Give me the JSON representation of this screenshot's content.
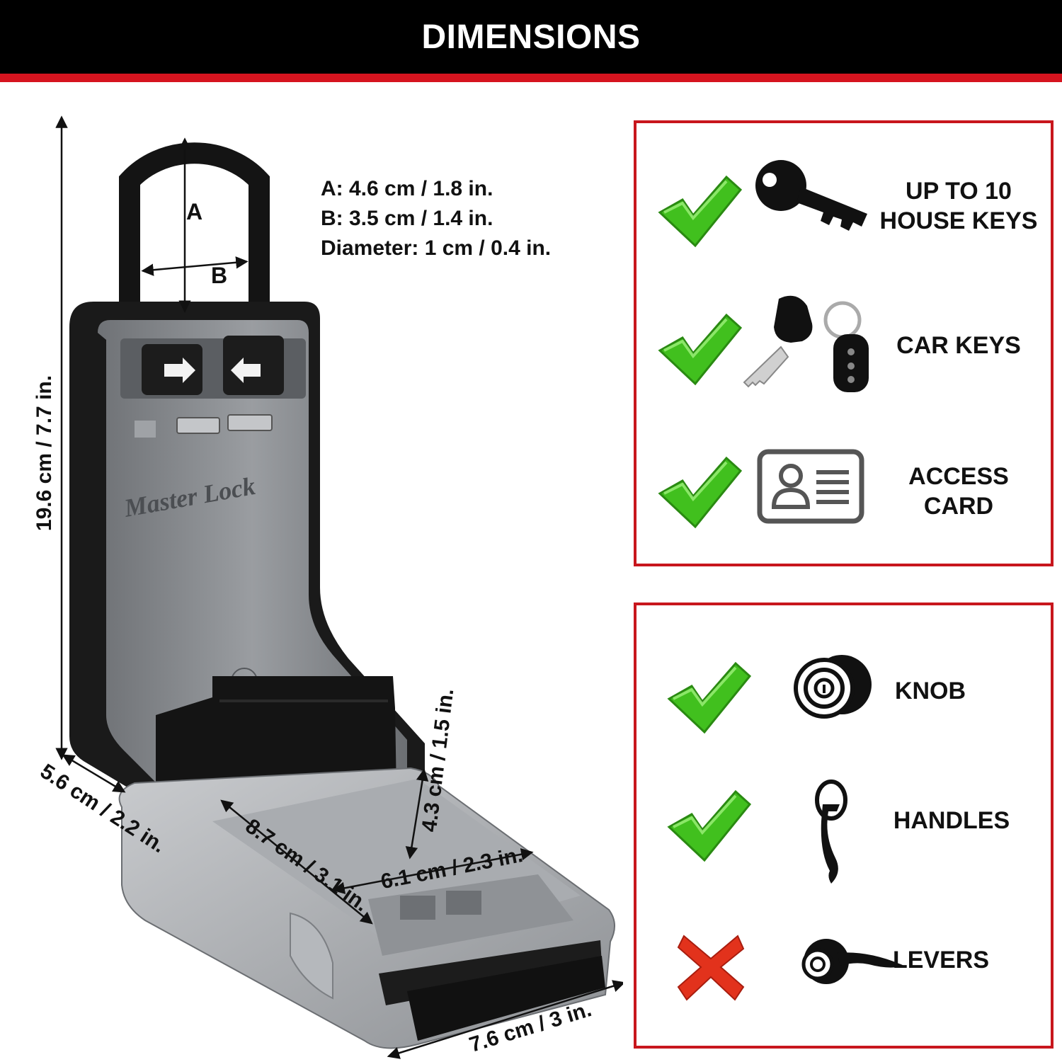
{
  "header": {
    "title": "DIMENSIONS"
  },
  "shackle_specs": {
    "a": "A: 4.6 cm / 1.8 in.",
    "b": "B: 3.5 cm / 1.4 in.",
    "diameter": "Diameter: 1 cm / 0.4 in."
  },
  "diagram": {
    "label_a": "A",
    "label_b": "B",
    "height": "19.6 cm / 7.7 in.",
    "depth": "5.6 cm / 2.2 in.",
    "width": "7.6 cm / 3 in.",
    "inner_length": "8.7 cm / 3.1 in.",
    "inner_width": "6.1 cm / 2.3 in.",
    "inner_height": "4.3 cm / 1.5 in.",
    "brand": "Master Lock"
  },
  "capacity": {
    "items": [
      {
        "icon": "house-key-icon",
        "status": "check",
        "line1": "UP TO 10",
        "line2": "HOUSE KEYS"
      },
      {
        "icon": "car-key-icon",
        "status": "check",
        "line1": "CAR KEYS",
        "line2": ""
      },
      {
        "icon": "access-card-icon",
        "status": "check",
        "line1": "ACCESS",
        "line2": "CARD"
      }
    ]
  },
  "compatibility": {
    "items": [
      {
        "icon": "knob-icon",
        "status": "check",
        "label": "KNOB"
      },
      {
        "icon": "handle-icon",
        "status": "check",
        "label": "HANDLES"
      },
      {
        "icon": "lever-icon",
        "status": "cross",
        "label": "LEVERS"
      }
    ]
  },
  "colors": {
    "accent_red": "#d6141f",
    "check_green": "#3fbf1f",
    "cross_red": "#e2321c"
  }
}
